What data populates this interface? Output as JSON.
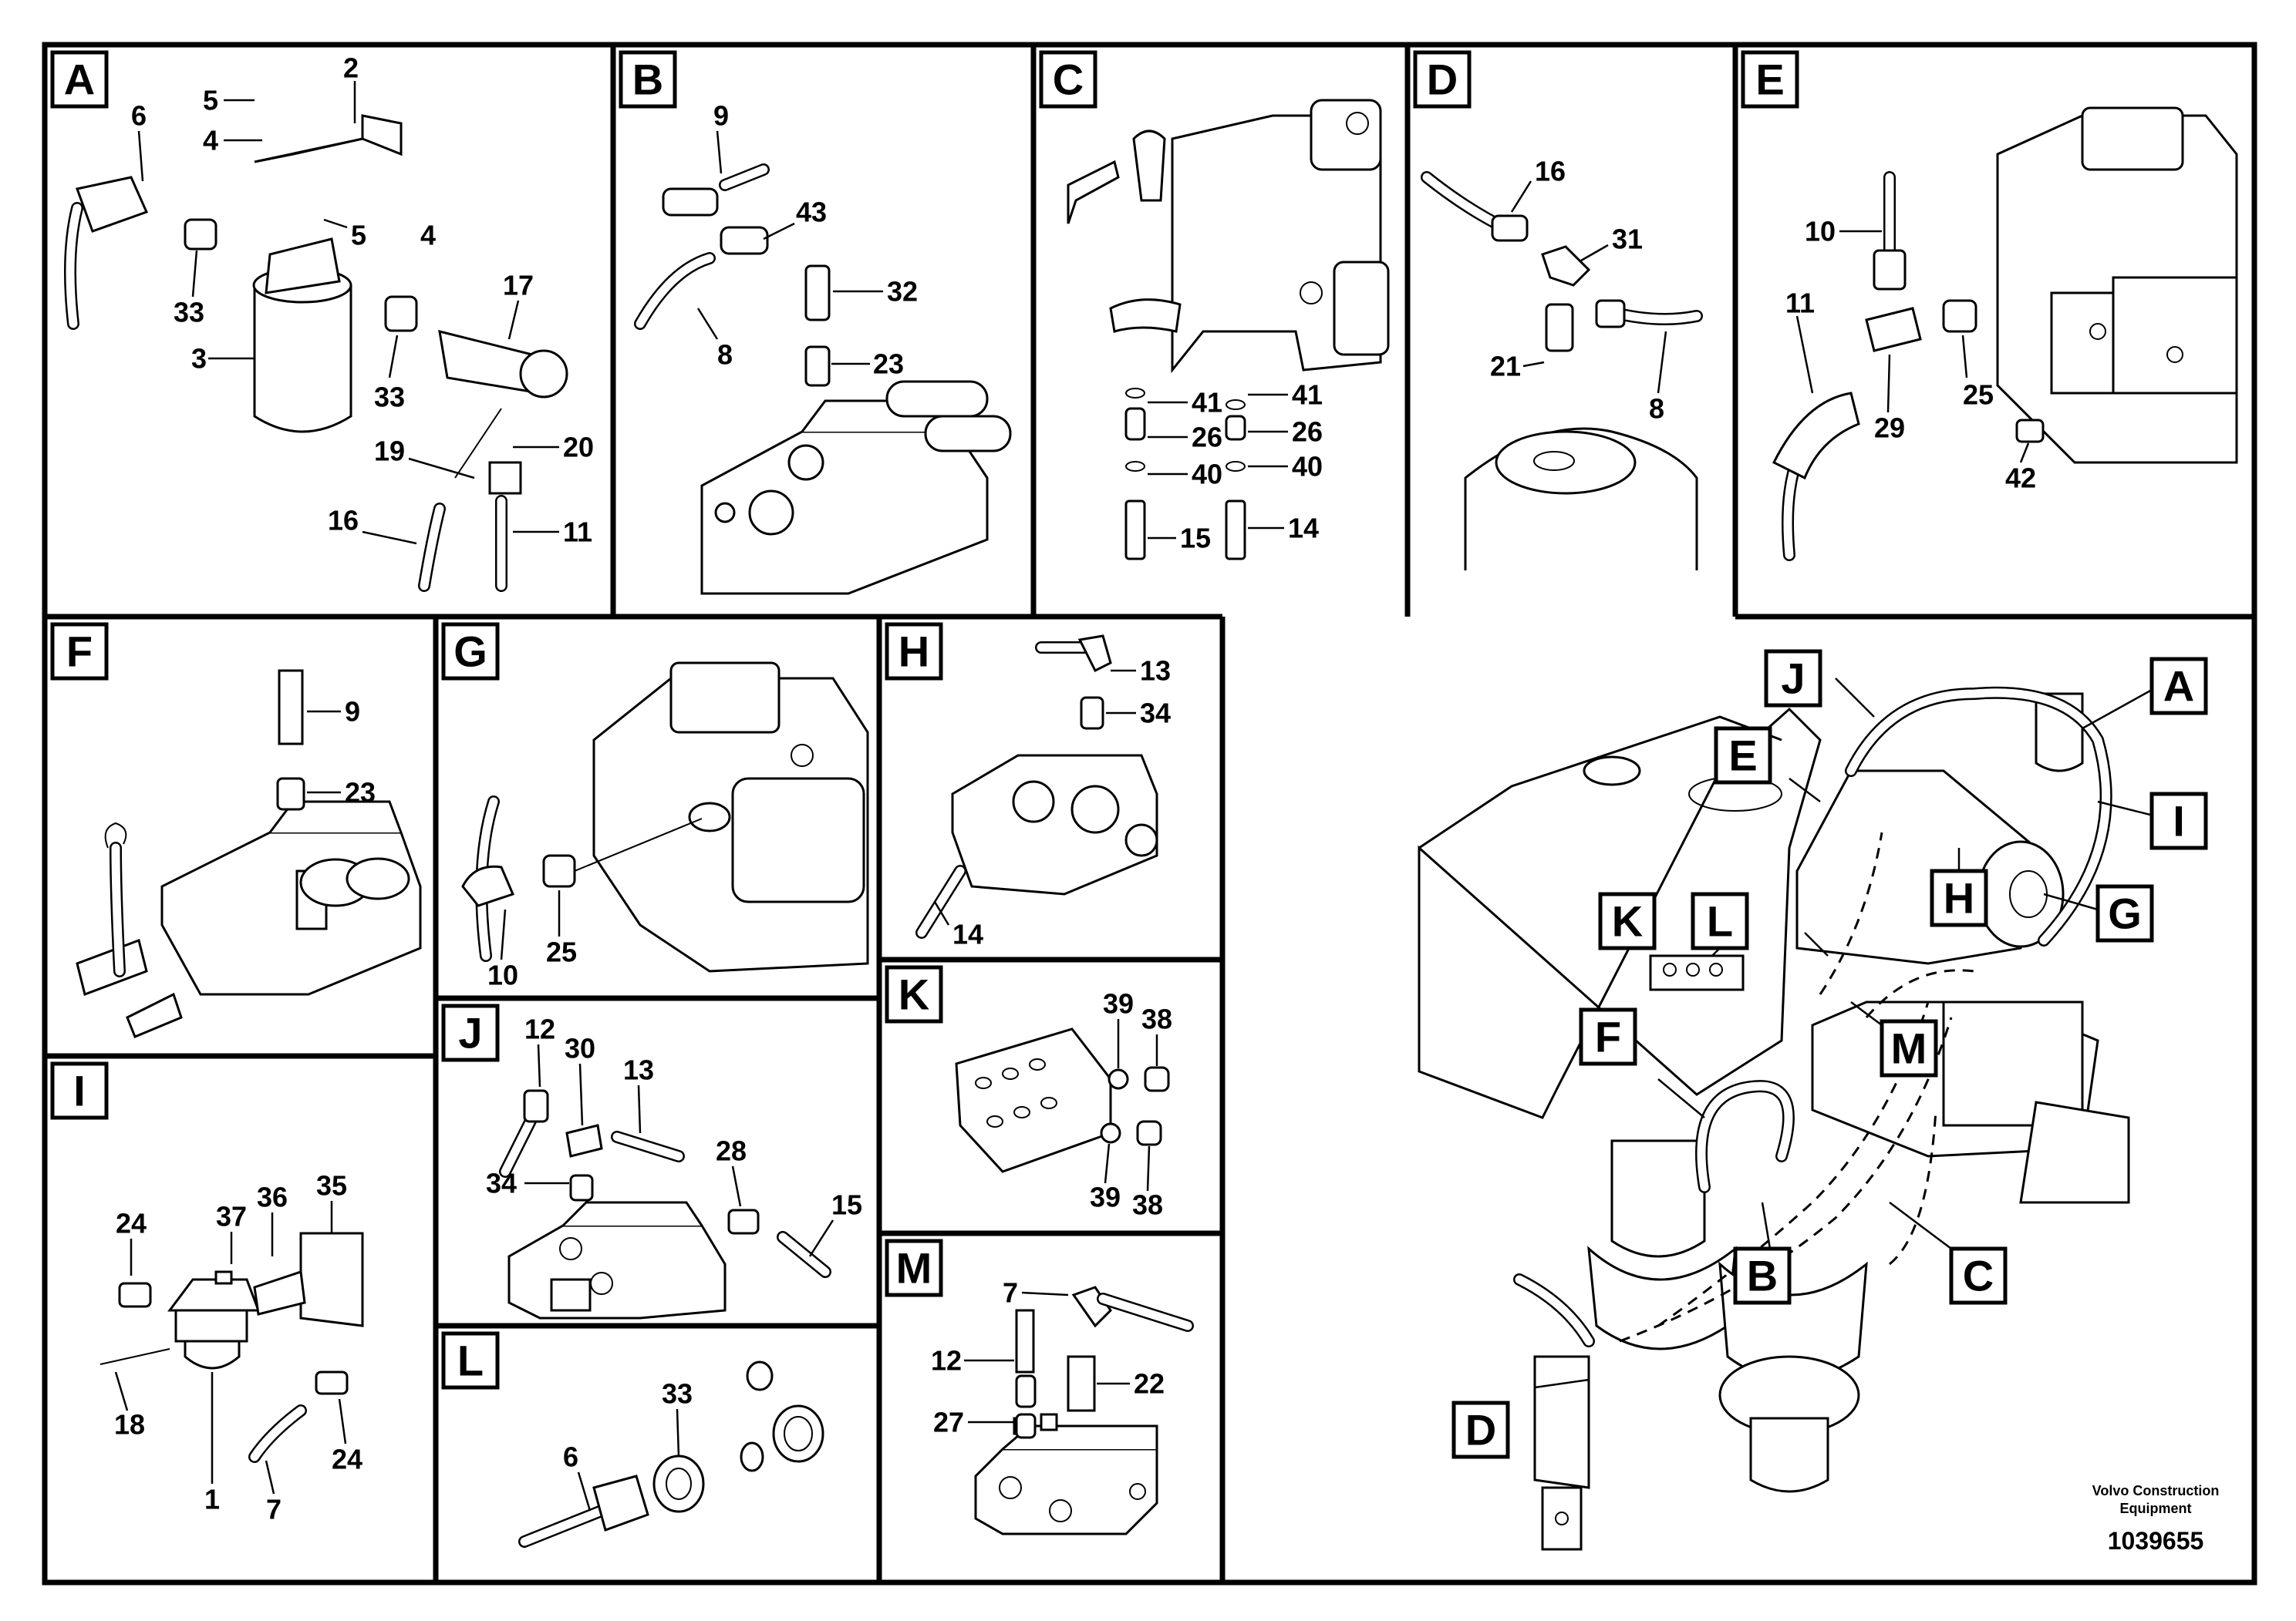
{
  "panels": [
    {
      "letter": "A",
      "parts": [
        "5",
        "2",
        "6",
        "4",
        "33",
        "5",
        "4",
        "17",
        "3",
        "33",
        "19",
        "20",
        "16",
        "11"
      ]
    },
    {
      "letter": "B",
      "parts": [
        "9",
        "43",
        "32",
        "8",
        "23"
      ]
    },
    {
      "letter": "C",
      "parts": [
        "41",
        "26",
        "40",
        "15",
        "41",
        "26",
        "40",
        "14"
      ]
    },
    {
      "letter": "D",
      "parts": [
        "16",
        "31",
        "21",
        "8"
      ]
    },
    {
      "letter": "E",
      "parts": [
        "10",
        "11",
        "25",
        "29",
        "42"
      ]
    },
    {
      "letter": "F",
      "parts": [
        "9",
        "23"
      ]
    },
    {
      "letter": "G",
      "parts": [
        "10",
        "25"
      ]
    },
    {
      "letter": "H",
      "parts": [
        "13",
        "34",
        "14"
      ]
    },
    {
      "letter": "I",
      "parts": [
        "24",
        "37",
        "36",
        "35",
        "18",
        "24",
        "1",
        "7"
      ]
    },
    {
      "letter": "J",
      "parts": [
        "12",
        "30",
        "13",
        "34",
        "28",
        "15"
      ]
    },
    {
      "letter": "K",
      "parts": [
        "39",
        "38",
        "39",
        "38"
      ]
    },
    {
      "letter": "L",
      "parts": [
        "6",
        "33"
      ]
    },
    {
      "letter": "M",
      "parts": [
        "7",
        "12",
        "22",
        "27"
      ]
    }
  ],
  "overview_callouts": [
    "J",
    "A",
    "E",
    "I",
    "H",
    "G",
    "K",
    "L",
    "M",
    "F",
    "B",
    "C",
    "D"
  ],
  "footer": {
    "manufacturer_line1": "Volvo Construction",
    "manufacturer_line2": "Equipment",
    "drawing_number": "1039655"
  }
}
